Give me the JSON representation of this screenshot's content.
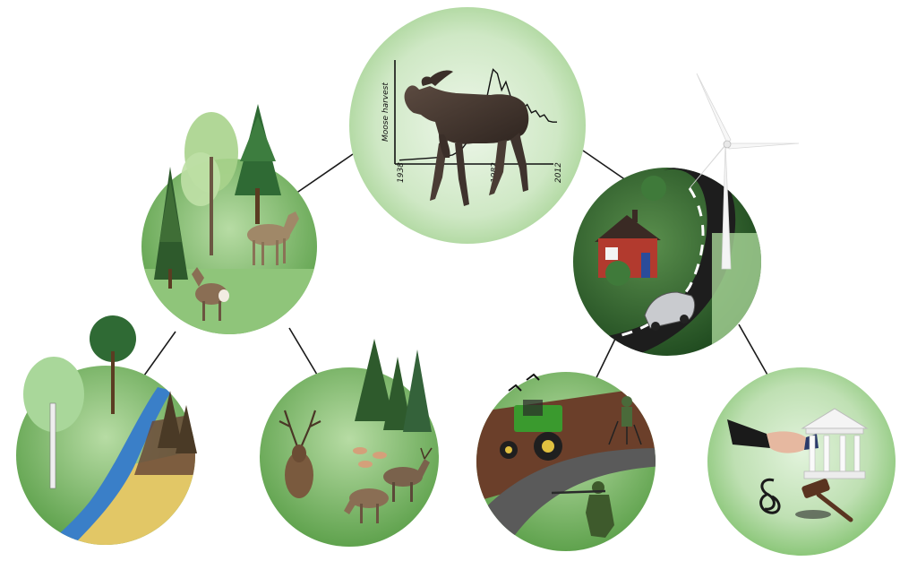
{
  "chart_data": {
    "type": "line",
    "ylabel": "Moose harvest",
    "x_ticks": [
      "1938",
      "1982",
      "2012"
    ],
    "xlim": [
      1938,
      2012
    ],
    "x": [
      1938,
      1945,
      1952,
      1958,
      1963,
      1967,
      1970,
      1973,
      1976,
      1979,
      1981,
      1982,
      1984,
      1986,
      1988,
      1990,
      1992,
      1994,
      1996,
      1998,
      2000,
      2002,
      2004,
      2006,
      2008,
      2010,
      2012
    ],
    "y": [
      2,
      3,
      4,
      5,
      7,
      12,
      20,
      33,
      45,
      62,
      82,
      90,
      86,
      70,
      78,
      65,
      56,
      60,
      52,
      56,
      48,
      50,
      44,
      46,
      40,
      39,
      39
    ],
    "ylim": [
      0,
      100
    ]
  },
  "colors": {
    "link_line": "#1a1a1a",
    "bubble_center": "#c9e6c0",
    "bubble_edge": "#6fb45c",
    "forest_dark": "#2e5a2c",
    "moose": "#4a3c34",
    "road": "#1d1d1d",
    "house": "#b23a2e",
    "field": "#e2c766",
    "river": "#3a7fc8",
    "soil": "#6b3f2a",
    "tractor": "#3a9a2e"
  },
  "icons": [
    "moose-icon",
    "deer-icon",
    "stag-icon",
    "tree-icon",
    "house-icon",
    "car-icon",
    "wind-turbine-icon",
    "tractor-icon",
    "hunter-icon",
    "handshake-icon",
    "courthouse-icon",
    "paragraph-icon",
    "gavel-icon"
  ]
}
